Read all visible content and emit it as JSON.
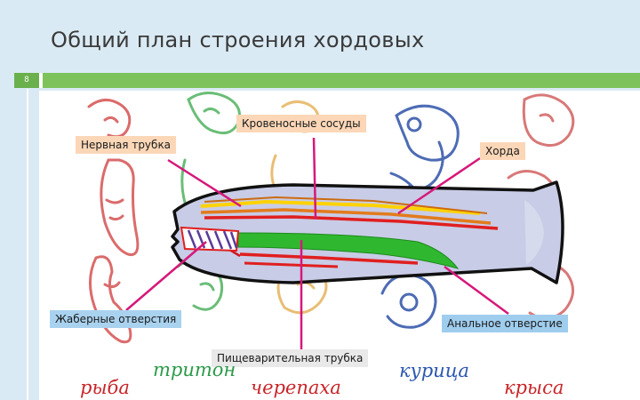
{
  "slide": {
    "title": "Общий план строения хордовых",
    "number": "8"
  },
  "colors": {
    "header_bar": "#7dc25a",
    "body_fill": "#c8cce6",
    "neural_tube": "#ffd200",
    "notochord": "#e27b1c",
    "blood_vessel": "#e01f1f",
    "gut": "#2fb82f",
    "pointer": "#d6187a",
    "label_warm": "#fbd7b8",
    "label_blue": "#a9d2ef"
  },
  "labels": {
    "neural_tube": "Нервная трубка",
    "blood_vessels": "Кровеносные сосуды",
    "notochord": "Хорда",
    "gill_slits": "Жаберные отверстия",
    "anal_opening": "Анальное отверстие",
    "digestive_tube": "Пищеварительная трубка"
  },
  "captions": [
    {
      "text": "рыба",
      "color": "#c8262a"
    },
    {
      "text": "тритон",
      "color": "#2c9a49"
    },
    {
      "text": "черепаха",
      "color": "#c8262a"
    },
    {
      "text": "курица",
      "color": "#2b56b0"
    },
    {
      "text": "крыса",
      "color": "#c8262a"
    }
  ]
}
